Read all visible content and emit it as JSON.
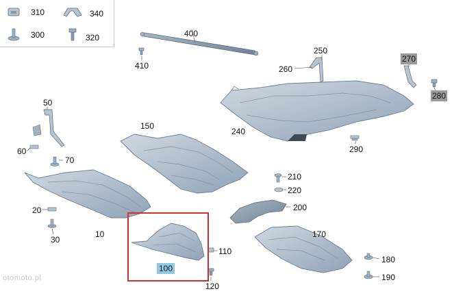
{
  "legend": {
    "items": [
      {
        "num": "310",
        "icon": "clip-icon"
      },
      {
        "num": "340",
        "icon": "spring-clip-icon"
      },
      {
        "num": "300",
        "icon": "push-rivet-icon"
      },
      {
        "num": "320",
        "icon": "bolt-icon"
      }
    ]
  },
  "labels": {
    "p400": "400",
    "p410": "410",
    "p250": "250",
    "p260": "260",
    "p270": "270",
    "p280": "280",
    "p240": "240",
    "p290": "290",
    "p50": "50",
    "p60": "60",
    "p70": "70",
    "p150": "150",
    "p210": "210",
    "p220": "220",
    "p200": "200",
    "p20": "20",
    "p30": "30",
    "p10": "10",
    "p170": "170",
    "p110": "110",
    "p100": "100",
    "p120": "120",
    "p180": "180",
    "p190": "190"
  },
  "highlight": {
    "gray_color": "#9a9a9a",
    "blue_color": "#8ecae6",
    "frame_color": "#d0312d"
  },
  "watermark": "otomoto.pl"
}
